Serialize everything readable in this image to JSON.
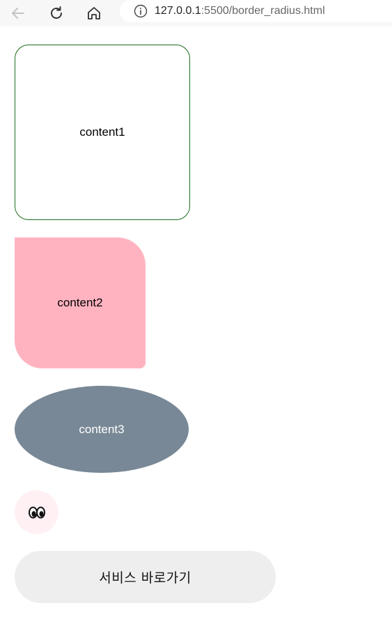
{
  "browser": {
    "url_host": "127.0.0.1",
    "url_path": ":5500/border_radius.html",
    "icons": [
      "back-arrow-icon",
      "reload-icon",
      "home-icon",
      "info-icon"
    ]
  },
  "content": {
    "box1_label": "content1",
    "box2_label": "content2",
    "box3_label": "content3",
    "emoji": "👀",
    "service_button_label": "서비스 바로가기"
  },
  "colors": {
    "box1_border": "#1c6b1c",
    "box2_bg": "#ffb3c0",
    "box3_bg": "#788896",
    "emoji_bg": "#fff0f4",
    "button_bg": "#eeeeee"
  }
}
